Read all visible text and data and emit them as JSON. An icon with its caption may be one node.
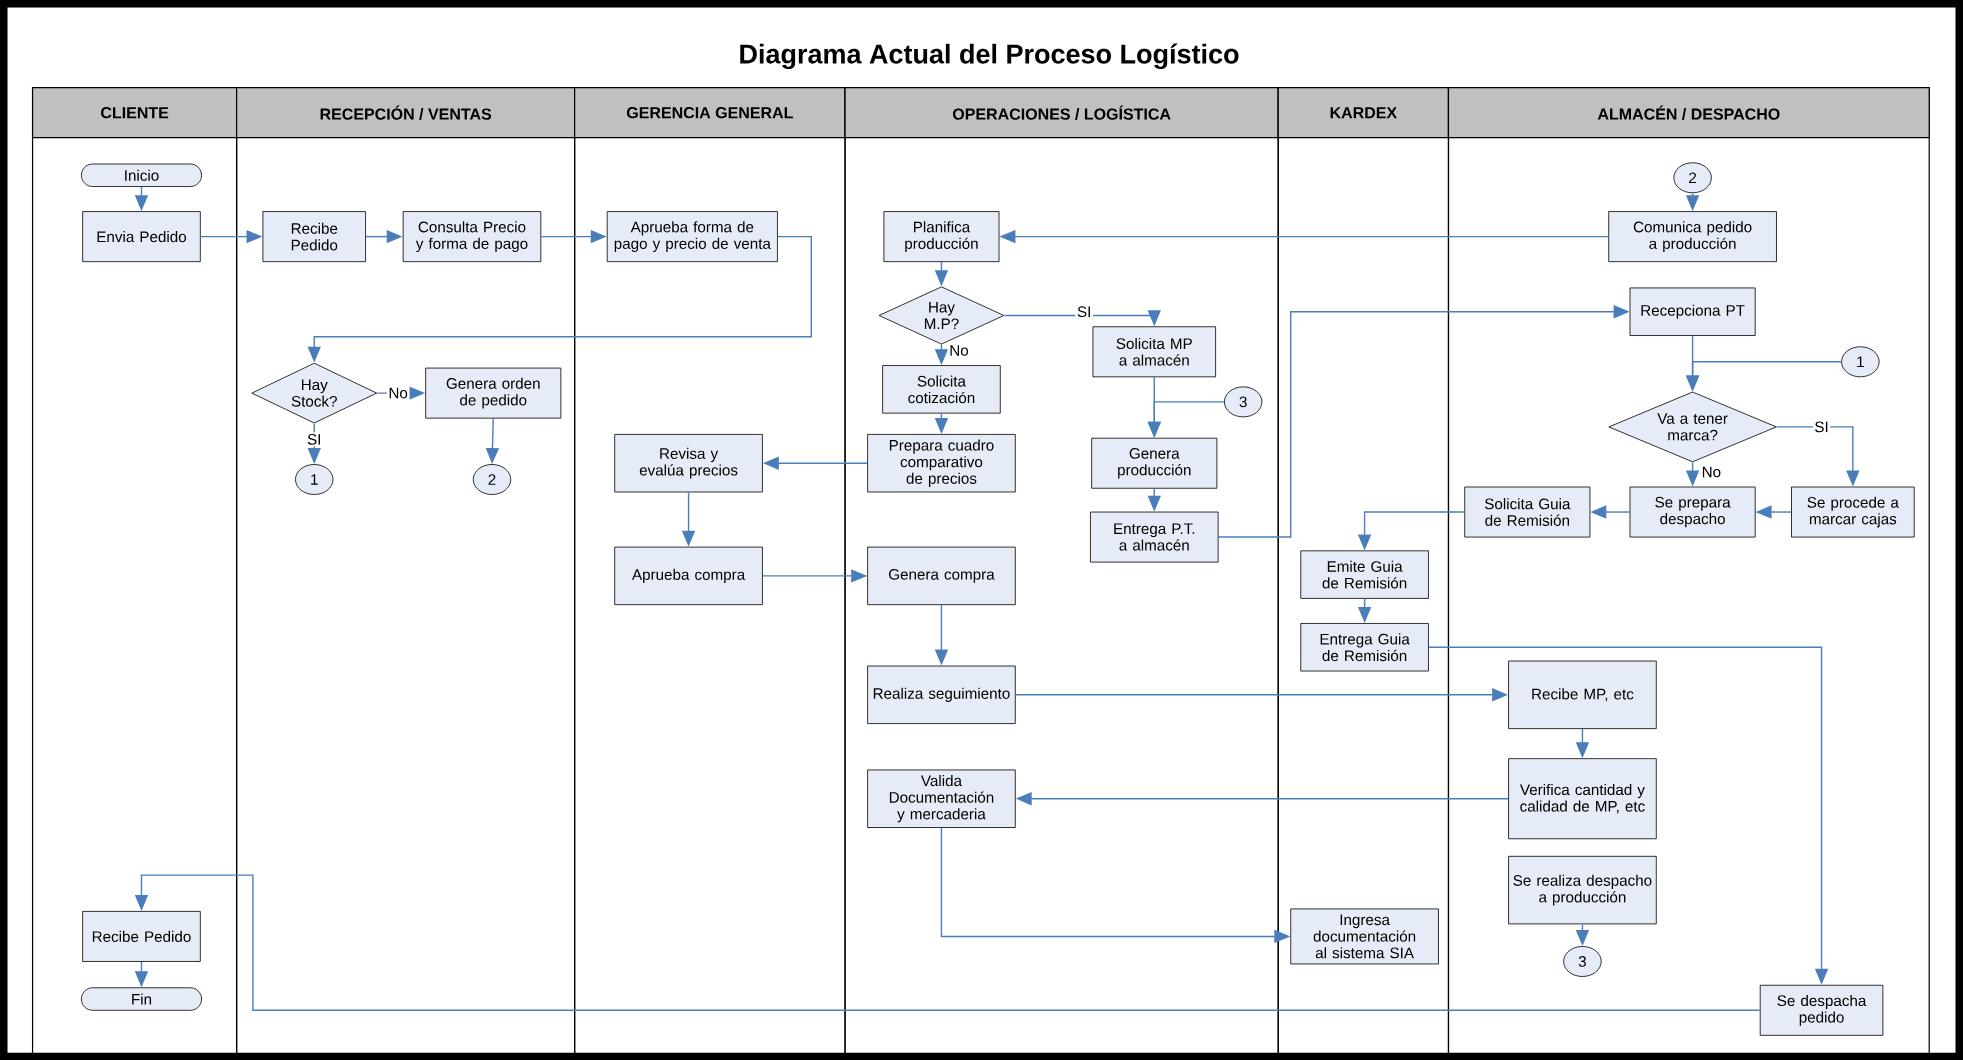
{
  "diagram": {
    "title": "Diagrama Actual del Proceso Logístico",
    "nodes": [
      {
        "text": [
          "CLIENTE"
        ]
      },
      {
        "text": [
          "RECEPCIÓN / VENTAS"
        ]
      },
      {
        "text": [
          "GERENCIA GENERAL"
        ]
      },
      {
        "text": [
          "OPERACIONES / LOGÍSTICA"
        ]
      },
      {
        "text": [
          "KARDEX"
        ]
      },
      {
        "text": [
          "ALMACÉN / DESPACHO"
        ]
      },
      {
        "text": [
          "Inicio"
        ],
        "in": 0
      },
      {
        "text": [
          "Envia Pedido"
        ],
        "in": 0
      },
      {
        "text": [
          "Recibe Pedido"
        ],
        "in": 1
      },
      {
        "text": [
          "Consulta Precio y forma de pago"
        ],
        "in": 1
      },
      {
        "text": [
          "Aprueba forma de pago y precio de venta"
        ],
        "in": 2
      },
      {
        "text": [
          "Hay Stock?"
        ],
        "in": 1
      },
      {
        "text": [
          "Genera orden de pedido"
        ],
        "in": 1
      },
      {
        "text": [
          "1"
        ],
        "in": 1
      },
      {
        "text": [
          "2"
        ],
        "in": 1
      },
      {
        "text": [
          "Revisa y evalúa precios"
        ],
        "in": 2
      },
      {
        "text": [
          "Aprueba compra"
        ],
        "in": 2
      },
      {
        "text": [
          "Recibe Pedido"
        ],
        "in": 0
      },
      {
        "text": [
          "Fin"
        ],
        "in": 0
      },
      {
        "text": [
          "Planifica producción"
        ],
        "in": 3
      },
      {
        "text": [
          "Hay M.P?"
        ],
        "in": 3
      },
      {
        "text": [
          "Solicita cotización"
        ],
        "in": 3
      },
      {
        "text": [
          "Prepara cuadro comparativo de precios"
        ],
        "in": 3
      },
      {
        "text": [
          "Solicita MP a almacén"
        ],
        "in": 3
      },
      {
        "text": [
          "3"
        ],
        "in": 3
      },
      {
        "text": [
          "Genera producción"
        ],
        "in": 3
      },
      {
        "text": [
          "Entrega P.T. a almacén"
        ],
        "in": 3
      },
      {
        "text": [
          "Genera compra"
        ],
        "in": 3
      },
      {
        "text": [
          "Realiza seguimiento"
        ],
        "in": 3
      },
      {
        "text": [
          "Valida Documentación y mercaderia"
        ],
        "in": 3
      },
      {
        "text": [
          "Comunica pedido a producción"
        ],
        "in": 5
      },
      {
        "text": [
          "Recepciona PT"
        ],
        "in": 5
      },
      {
        "text": [
          "1"
        ],
        "in": 5
      },
      {
        "text": [
          "Va a tener marca?"
        ],
        "in": 5
      },
      {
        "text": [
          "Se procede a marcar cajas"
        ],
        "in": 5
      },
      {
        "text": [
          "Se prepara despacho"
        ],
        "in": 5
      },
      {
        "text": [
          "Solicita Guia de Remisión"
        ],
        "in": 5
      },
      {
        "text": [
          "2"
        ],
        "in": 5
      },
      {
        "text": [
          "Emite Guia de Remisión"
        ],
        "in": 4
      },
      {
        "text": [
          "Entrega Guia de Remisión"
        ],
        "in": 4
      },
      {
        "text": [
          "Recibe MP, etc"
        ],
        "in": 5
      },
      {
        "text": [
          "Verifica cantidad y calidad de MP, etc"
        ],
        "in": 5
      },
      {
        "text": [
          "Se realiza despacho a producción"
        ],
        "in": 5
      },
      {
        "text": [
          "3"
        ],
        "in": 5
      },
      {
        "text": [
          "Ingresa documentación al sistema SIA"
        ],
        "in": 4
      },
      {
        "text": [
          "Se despacha pedido"
        ],
        "in": 5
      }
    ],
    "edges": [
      {
        "from": 6,
        "to": 7,
        "arrow": "to"
      },
      {
        "from": 7,
        "to": 8,
        "arrow": "to"
      },
      {
        "from": 8,
        "to": 9,
        "arrow": "to"
      },
      {
        "from": 9,
        "to": 10,
        "arrow": "to"
      },
      {
        "from": 10,
        "to": 11,
        "arrow": "to"
      },
      {
        "from": 11,
        "to": 12,
        "arrow": "to",
        "label": "No"
      },
      {
        "from": 11,
        "to": 13,
        "arrow": "to",
        "label": "SI"
      },
      {
        "from": 12,
        "to": 14,
        "arrow": "to"
      },
      {
        "from": 15,
        "to": 16,
        "arrow": "to"
      },
      {
        "from": 22,
        "to": 15,
        "arrow": "to"
      },
      {
        "from": 16,
        "to": 27,
        "arrow": "to"
      },
      {
        "from": 19,
        "to": 20,
        "arrow": "to"
      },
      {
        "from": 20,
        "to": 21,
        "arrow": "to",
        "label": "No"
      },
      {
        "from": 20,
        "to": 23,
        "arrow": "to",
        "label": "SI"
      },
      {
        "from": 21,
        "to": 22,
        "arrow": "to"
      },
      {
        "from": 23,
        "to": 25,
        "arrow": "to"
      },
      {
        "from": 24,
        "to": 25,
        "arrow": "to"
      },
      {
        "from": 25,
        "to": 26,
        "arrow": "to"
      },
      {
        "from": 26,
        "to": 31,
        "arrow": "to"
      },
      {
        "from": 27,
        "to": 28,
        "arrow": "to"
      },
      {
        "from": 28,
        "to": 40,
        "arrow": "to"
      },
      {
        "from": 41,
        "to": 29,
        "arrow": "to"
      },
      {
        "from": 29,
        "to": 44,
        "arrow": "to"
      },
      {
        "from": 30,
        "to": 19,
        "arrow": "to"
      },
      {
        "from": 37,
        "to": 30,
        "arrow": "to"
      },
      {
        "from": 31,
        "to": 33,
        "arrow": "to"
      },
      {
        "from": 32,
        "to": 33,
        "arrow": "to"
      },
      {
        "from": 33,
        "to": 34,
        "arrow": "to",
        "label": "SI"
      },
      {
        "from": 33,
        "to": 35,
        "arrow": "to",
        "label": "No"
      },
      {
        "from": 34,
        "to": 35,
        "arrow": "to"
      },
      {
        "from": 35,
        "to": 36,
        "arrow": "to"
      },
      {
        "from": 36,
        "to": 38,
        "arrow": "to"
      },
      {
        "from": 38,
        "to": 39,
        "arrow": "to"
      },
      {
        "from": 39,
        "to": 45,
        "arrow": "to"
      },
      {
        "from": 40,
        "to": 41,
        "arrow": "to"
      },
      {
        "from": 42,
        "to": 43,
        "arrow": "to"
      },
      {
        "from": 45,
        "to": 17,
        "arrow": "to"
      },
      {
        "from": 17,
        "to": 18,
        "arrow": "to"
      }
    ]
  }
}
